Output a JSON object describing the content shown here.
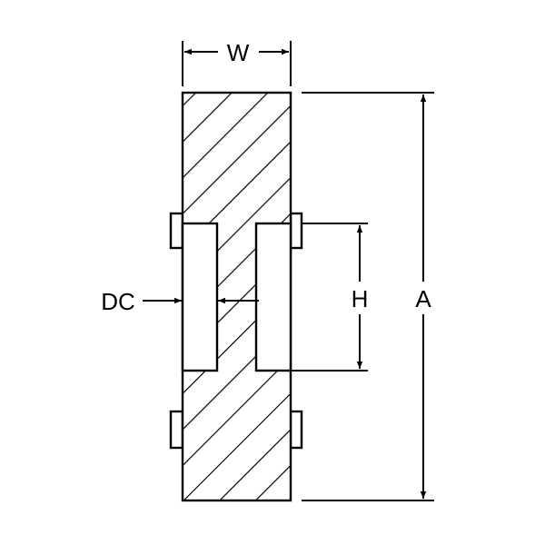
{
  "labels": {
    "width": "W",
    "overall": "A",
    "height": "H",
    "diameter": "DC"
  },
  "colors": {
    "stroke": "#000000",
    "background": "#ffffff"
  }
}
